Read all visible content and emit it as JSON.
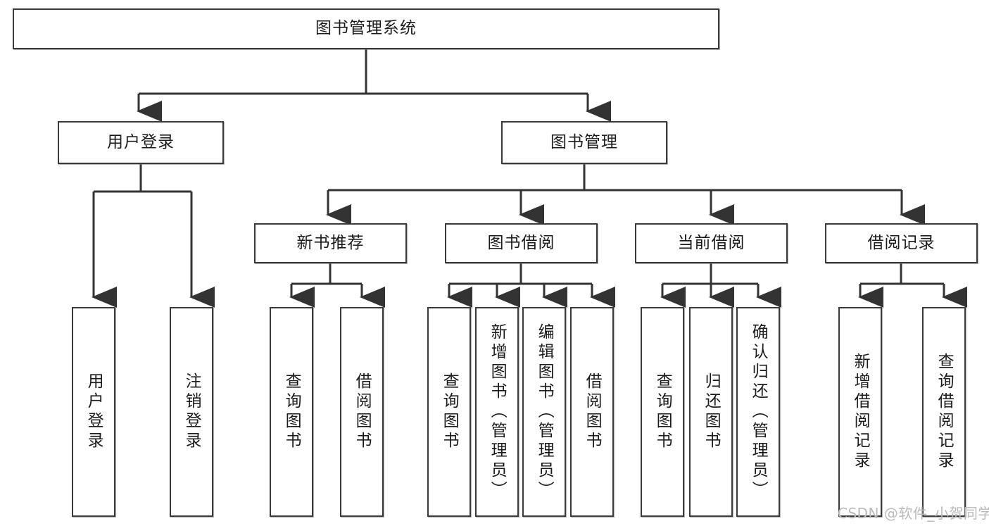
{
  "diagram": {
    "title": "图书管理系统",
    "type": "tree-hierarchy-diagram",
    "root": {
      "label": "图书管理系统"
    },
    "level1": [
      {
        "label": "用户登录"
      },
      {
        "label": "图书管理"
      }
    ],
    "level2": [
      {
        "label": "新书推荐"
      },
      {
        "label": "图书借阅"
      },
      {
        "label": "当前借阅"
      },
      {
        "label": "借阅记录"
      }
    ],
    "leaves": {
      "user_login": [
        {
          "label": "用户登录"
        },
        {
          "label": "注销登录"
        }
      ],
      "new_book_recommend": [
        {
          "label": "查询图书"
        },
        {
          "label": "借阅图书"
        }
      ],
      "book_borrow": [
        {
          "label": "查询图书"
        },
        {
          "label": "新增图书（管理员）"
        },
        {
          "label": "编辑图书（管理员）"
        },
        {
          "label": "借阅图书"
        }
      ],
      "current_borrow": [
        {
          "label": "查询图书"
        },
        {
          "label": "归还图书"
        },
        {
          "label": "确认归还（管理员）"
        }
      ],
      "borrow_record": [
        {
          "label": "新增借阅记录"
        },
        {
          "label": "查询借阅记录"
        }
      ]
    }
  },
  "watermark": {
    "text": "CSDN @软件_小贺同学"
  },
  "colors": {
    "border": "#3a3a3a",
    "line": "#333333",
    "background": "#ffffff",
    "text": "#1b1b1b",
    "watermark": "#b9b9b9"
  }
}
